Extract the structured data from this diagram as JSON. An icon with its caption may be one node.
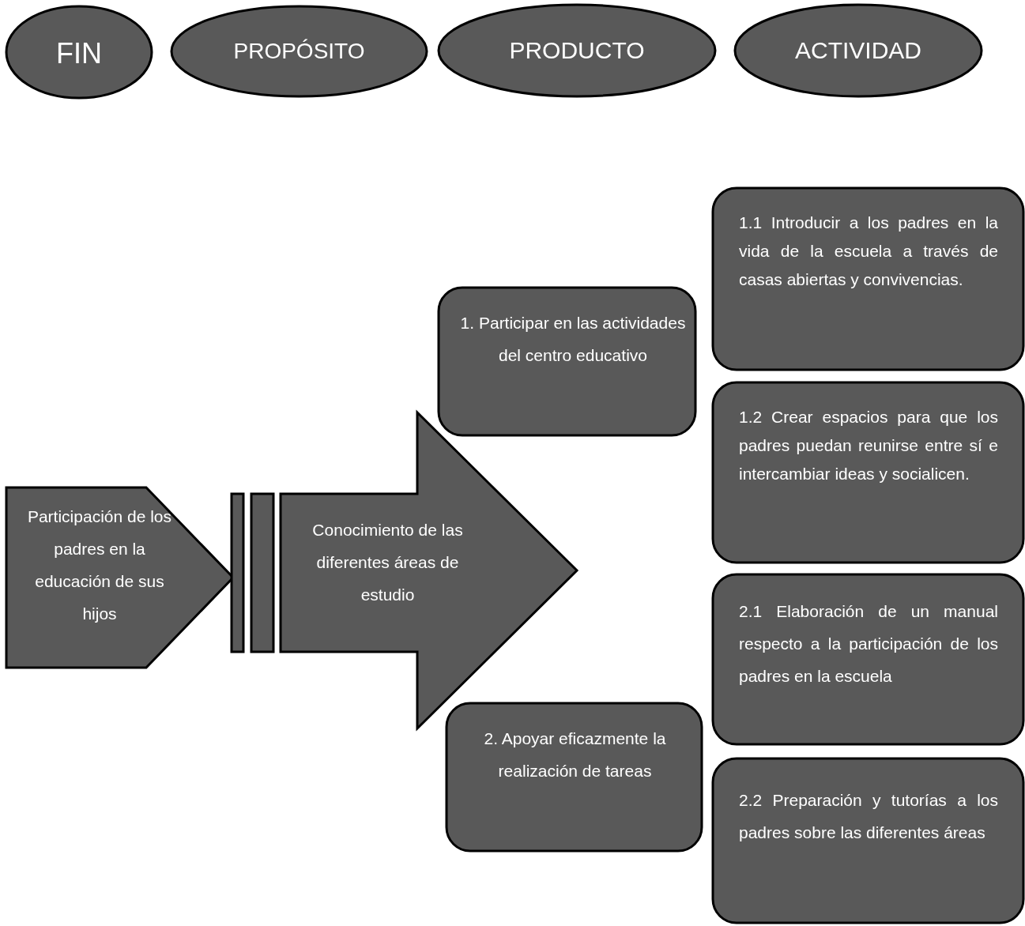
{
  "diagram": {
    "nodes": [
      {
        "text": [
          "FIN"
        ]
      },
      {
        "text": [
          "PROPÓSITO"
        ]
      },
      {
        "text": [
          "PRODUCTO"
        ]
      },
      {
        "text": [
          "ACTIVIDAD"
        ]
      },
      {
        "text": [
          "Participación de los padres en la educación de sus hijos"
        ]
      },
      {
        "text": [
          "Conocimiento de las diferentes áreas de estudio"
        ]
      },
      {
        "text": [
          "1. Participar en las actividades del centro educativo"
        ]
      },
      {
        "text": [
          "2. Apoyar eficazmente la realización de tareas"
        ]
      },
      {
        "text": [
          "1.1 Introducir a los padres en la vida de la escuela a través de casas abiertas y convivencias."
        ]
      },
      {
        "text": [
          "1.2 Crear espacios para que los padres puedan reunirse entre sí e intercambiar ideas y socialicen."
        ]
      },
      {
        "text": [
          "2.1 Elaboración de un manual respecto a la participación de los padres en la escuela"
        ]
      },
      {
        "text": [
          "2.2 Preparación y tutorías a los padres sobre las diferentes áreas"
        ]
      }
    ]
  }
}
